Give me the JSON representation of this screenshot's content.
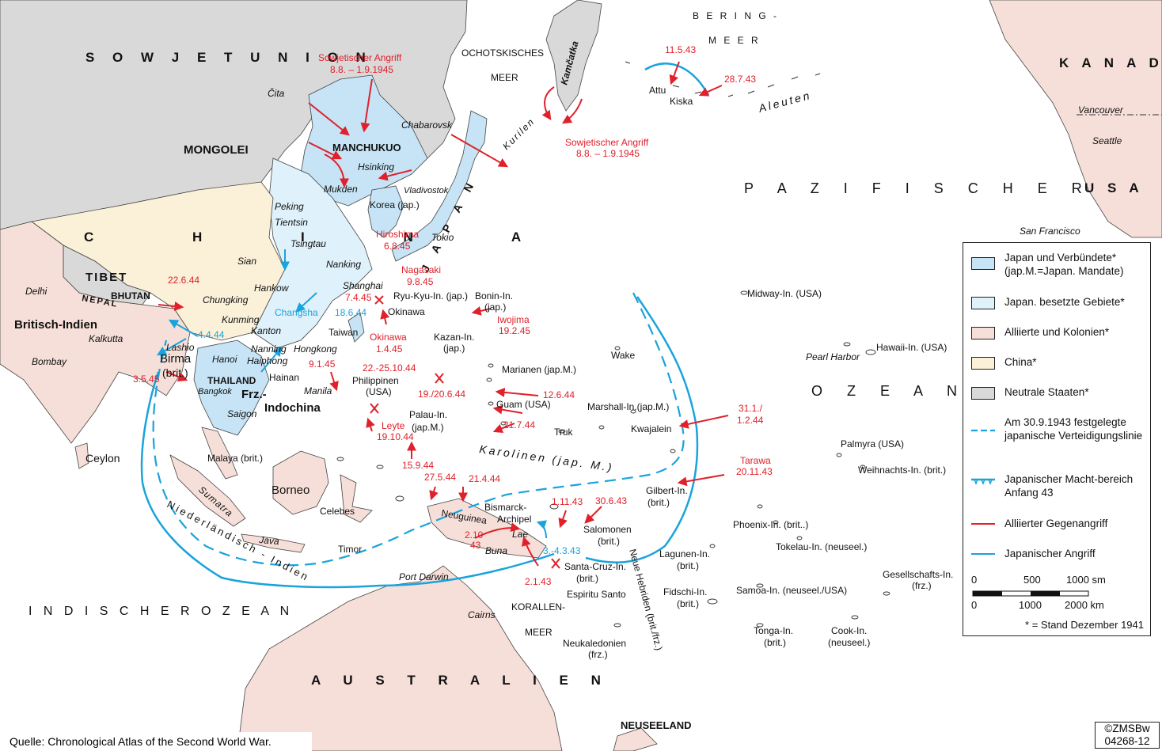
{
  "title_top": "",
  "colors": {
    "japan": "#c6e4f5",
    "occupied": "#dff1fa",
    "allied": "#f6dfd8",
    "china": "#fbf1d8",
    "neutral": "#d9d9d9",
    "red": "#e0202a",
    "blue": "#1aa3dc"
  },
  "regions": {
    "sowjetunion": "S O W J E T U N I O N",
    "mongolei": "MONGOLEI",
    "manchukuo": "MANCHUKUO",
    "china": "C H I N A",
    "tibet": "TIBET",
    "nepal": "NEPAL",
    "bhutan": "BHUTAN",
    "britisch_indien": "Britisch-Indien",
    "thailand": "THAILAND",
    "frz_indochina_1": "Frz.-",
    "frz_indochina_2": "Indochina",
    "japan": "J A P A N",
    "kanada": "K A N A D A",
    "usa": "U S A",
    "australien": "A U S T R A L I E N",
    "neuseeland": "NEUSEELAND",
    "pazifischer": "P A Z I F I S C H E R",
    "ozean": "O Z E A N",
    "indischer_ozean": "I N D I S C H E R   O Z E A N",
    "bering_1": "B E R I N G -",
    "bering_2": "M E E R",
    "ochotsk_1": "OCHOTSKISCHES",
    "ochotsk_2": "MEER",
    "korallen_1": "KORALLEN-",
    "korallen_2": "MEER"
  },
  "places": {
    "cita": "Čita",
    "chabarovsk": "Chabarovsk",
    "hsinking": "Hsinking",
    "mukden": "Mukden",
    "vladivostok": "Vladivostok",
    "korea": "Korea (jap.)",
    "peking": "Peking",
    "tientsin": "Tientsin",
    "tsingtau": "Tsingtau",
    "sian": "Sian",
    "nanking": "Nanking",
    "hankow": "Hankow",
    "shanghai": "Shanghai",
    "chungking": "Chungking",
    "kunming": "Kunming",
    "kanton": "Kanton",
    "nanning": "Nanning",
    "hongkong": "Hongkong",
    "hanoi": "Hanoi",
    "haiphong": "Haiphong",
    "hainan": "Hainan",
    "taiwan": "Taiwan",
    "bangkok": "Bangkok",
    "saigon": "Saigon",
    "lashio": "Lashio",
    "birma_1": "Birma",
    "birma_2": "(brit.)",
    "delhi": "Delhi",
    "kalkutta": "Kalkutta",
    "bombay": "Bombay",
    "ceylon": "Ceylon",
    "tokio": "Tokio",
    "kamcatka": "Kamčatka",
    "kurilen": "Kurilen",
    "aleuten": "Aleuten",
    "attu": "Attu",
    "kiska": "Kiska",
    "vancouver": "Vancouver",
    "seattle": "Seattle",
    "san_francisco": "San Francisco",
    "ryukyu": "Ryu-Kyu-In. (jap.)",
    "okinawa": "Okinawa",
    "bonin_1": "Bonin-In.",
    "bonin_2": "(jap.)",
    "kazan_1": "Kazan-In.",
    "kazan_2": "(jap.)",
    "midway": "Midway-In. (USA)",
    "wake": "Wake",
    "hawaii": "Hawaii-In. (USA)",
    "pearl_harbor": "Pearl Harbor",
    "marianen": "Marianen (jap.M.)",
    "guam": "Guam (USA)",
    "marshall": "Marshall-In.(jap.M.)",
    "kwajalein": "Kwajalein",
    "truk": "Truk",
    "karolinen": "Karolinen (jap. M.)",
    "palau_1": "Palau-In.",
    "palau_2": "(jap.M.)",
    "philippinen_1": "Philippinen",
    "philippinen_2": "(USA)",
    "manila": "Manila",
    "palmyra": "Palmyra (USA)",
    "weihnachts": "Weihnachts-In. (brit.)",
    "gilbert_1": "Gilbert-In.",
    "gilbert_2": "(brit.)",
    "phoenix": "Phoenix-In. (brit..)",
    "tokelau": "Tokelau-In. (neuseel.)",
    "lagunen_1": "Lagunen-In.",
    "lagunen_2": "(brit.)",
    "gesellschafts_1": "Gesellschafts-In.",
    "gesellschafts_2": "(frz.)",
    "samoa": "Samoa-In. (neuseel./USA)",
    "fidschi_1": "Fidschi-In.",
    "fidschi_2": "(brit.)",
    "tonga_1": "Tonga-In.",
    "tonga_2": "(brit.)",
    "cook_1": "Cook-In.",
    "cook_2": "(neuseel.)",
    "neue_hebriden": "Neue Hebriden (brit./frz.)",
    "espiritu": "Espiritu Santo",
    "neukaledonien_1": "Neukaledonien",
    "neukaledonien_2": "(frz.)",
    "santa_cruz_1": "Santa-Cruz-In.",
    "santa_cruz_2": "(brit.)",
    "salomonen_1": "Salomonen",
    "salomonen_2": "(brit.)",
    "bismarck_1": "Bismarck-",
    "bismarck_2": "Archipel",
    "neuguinea": "Neuguinea",
    "lae": "Lae",
    "buna": "Buna",
    "celebes": "Celebes",
    "borneo": "Borneo",
    "malaya": "Malaya (brit.)",
    "sumatra": "Sumatra",
    "java": "Java",
    "timor": "Timor",
    "niederlandisch": "Niederländisch - Indien",
    "port_darwin": "Port Darwin",
    "cairns": "Cairns"
  },
  "events_red": {
    "sowj1_a": "Sowjetischer Angriff",
    "sowj1_b": "8.8. – 1.9.1945",
    "sowj2_a": "Sowjetischer Angriff",
    "sowj2_b": "8.8. – 1.9.1945",
    "hiroshima_a": "Hiroshima",
    "hiroshima_b": "6.8.45",
    "nagasaki_a": "Nagasaki",
    "nagasaki_b": "9.8.45",
    "d22644": "22.6.44",
    "d7445": "7.4.45",
    "okinawa_a": "Okinawa",
    "okinawa_b": "1.4.45",
    "iwojima_a": "Iwojima",
    "iwojima_b": "19.2.45",
    "d11543": "11.5.43",
    "d28743": "28.7.43",
    "d9145": "9.1.45",
    "d22251044": "22.-25.10.44",
    "d1920644": "19./20.6.44",
    "d12644": "12.6.44",
    "leyte_a": "Leyte",
    "leyte_b": "19.10.44",
    "d21744": "21.7.44",
    "d31144_a": "31.1./",
    "d31144_b": "1.2.44",
    "tarawa_a": "Tarawa",
    "tarawa_b": "20.11.43",
    "d15944": "15.9.44",
    "d27544": "27.5.44",
    "d21444": "21.4.44",
    "d11143": "1.11.43",
    "d30643": "30.6.43",
    "d2143": "2.1.43",
    "d210_a": "2.10",
    "d210_b": "43",
    "d3545": "3.5.45"
  },
  "events_blue": {
    "changsha": "Changsha",
    "d18644": "18.6.44",
    "d4444": "4.4.44",
    "d34343": "3.-4.3.43"
  },
  "legend": {
    "items": [
      {
        "label": "Japan und Verbündete* (jap.M.=Japan. Mandate)"
      },
      {
        "label": "Japan. besetzte Gebiete*"
      },
      {
        "label": "Alliierte und Kolonien*"
      },
      {
        "label": "China*"
      },
      {
        "label": "Neutrale Staaten*"
      },
      {
        "label": "Am 30.9.1943 festgelegte japanische Verteidigungslinie"
      },
      {
        "label": "Japanischer Macht-bereich Anfang 43"
      },
      {
        "label": "Alliierter Gegenangriff"
      },
      {
        "label": "Japanischer Angriff"
      }
    ],
    "scale_sm": [
      "0",
      "500",
      "1000 sm"
    ],
    "scale_km": [
      "0",
      "1000",
      "2000 km"
    ],
    "note": "* = Stand Dezember 1941"
  },
  "source": "Quelle: Chronological Atlas of the Second World War.",
  "copyright_1": "©ZMSBw",
  "copyright_2": "04268-12"
}
